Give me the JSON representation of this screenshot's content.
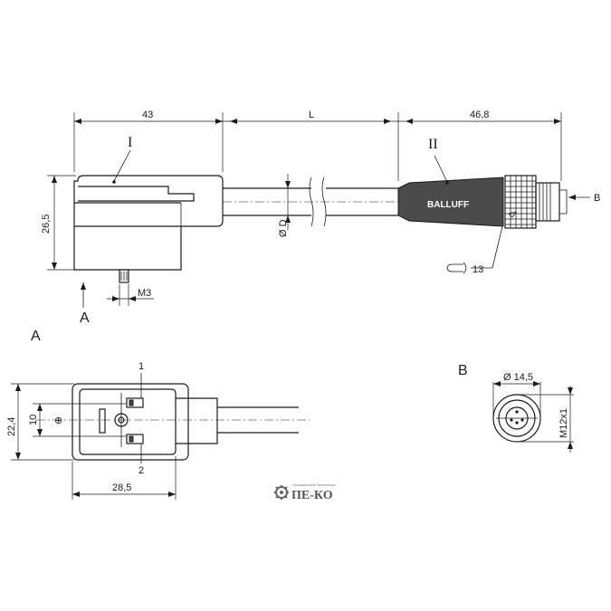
{
  "dimensions": {
    "width_angle_plug": "43",
    "cable_length": "L",
    "width_m12_connector": "46,8",
    "height_plug": "26,5",
    "thread_screw": "M3",
    "cable_diameter": "Ø D",
    "plug_height_top": "22,4",
    "pin_spacing": "10",
    "plug_width_top": "28,5",
    "connector_diameter": "Ø 14,5",
    "connector_thread": "M12x1"
  },
  "labels": {
    "part_one": "I",
    "part_two": "II",
    "view_a_arrow": "A",
    "view_b_arrow": "B",
    "view_a_title": "A",
    "view_b_title": "B",
    "pin_one": "1",
    "pin_two": "2",
    "ground_symbol": "⊕",
    "torque_ref": "13",
    "brand": "BALLUFF"
  },
  "watermark": {
    "text": "ПЕ-КО",
    "subtitle": "Промышленная Электроника"
  }
}
